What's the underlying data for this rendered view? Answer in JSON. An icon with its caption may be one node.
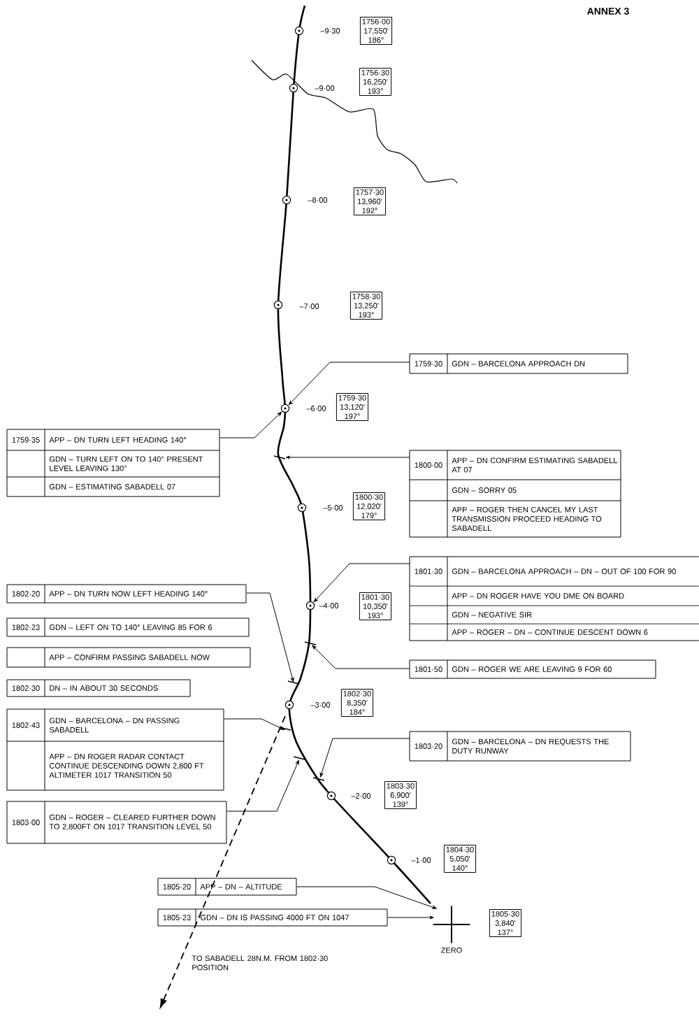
{
  "diagram": {
    "nodes": [
      {
        "text": [
          "1756·00",
          "17,550'",
          "186°"
        ]
      },
      {
        "text": [
          "1756·30",
          "16,250'",
          "193°"
        ]
      },
      {
        "text": [
          "1757·30",
          "13,960'",
          "192°"
        ]
      },
      {
        "text": [
          "1758·30",
          "13,250'",
          "193°"
        ]
      },
      {
        "text": [
          "1759·30",
          "13,120'",
          "197°"
        ]
      },
      {
        "text": [
          "1800·30",
          "12,020'",
          "179°"
        ]
      },
      {
        "text": [
          "1801·30",
          "10,350'",
          "193°"
        ]
      },
      {
        "text": [
          "1802·30",
          "8,350'",
          "184°"
        ]
      },
      {
        "text": [
          "1803·30",
          "6,900'",
          "139°"
        ]
      },
      {
        "text": [
          "1804·30",
          "5,050'",
          "140°"
        ]
      },
      {
        "text": [
          "1805·30",
          "3,840'",
          "137°"
        ]
      },
      {
        "text": [
          "1759·30",
          "GDN – BARCELONA APPROACH DN"
        ]
      },
      {
        "text": [
          "1759·35",
          "APP – DN TURN LEFT HEADING 140°",
          "GDN – TURN LEFT ON TO 140° PRESENT LEVEL LEAVING 130°",
          "GDN – ESTIMATING SABADELL 07"
        ]
      },
      {
        "text": [
          "1800·00",
          "APP – DN CONFIRM ESTIMATING SABADELL AT 07",
          "GDN – SORRY 05",
          "APP – ROGER THEN CANCEL MY LAST TRANSMISSION PROCEED HEADING TO SABADELL"
        ]
      },
      {
        "text": [
          "1801·30",
          "GDN – BARCELONA APPROACH – DN – OUT OF 100 FOR 90",
          "APP – DN ROGER HAVE YOU DME ON BOARD",
          "GDN – NEGATIVE SIR",
          "APP – ROGER – DN – CONTINUE DESCENT DOWN 6"
        ]
      },
      {
        "text": [
          "1801·50",
          "GDN – ROGER WE ARE LEAVING 9 FOR 60"
        ]
      },
      {
        "text": [
          "1802·20",
          "APP – DN TURN NOW LEFT HEADING 140°"
        ]
      },
      {
        "text": [
          "1802·23",
          "GDN – LEFT ON TO 140° LEAVING 85 FOR 6"
        ]
      },
      {
        "text": [
          "APP – CONFIRM PASSING SABADELL NOW"
        ]
      },
      {
        "text": [
          "1802·30",
          "DN – IN ABOUT 30 SECONDS"
        ]
      },
      {
        "text": [
          "1802·43",
          "GDN – BARCELONA – DN PASSING SABADELL",
          "APP – DN ROGER RADAR CONTACT CONTINUE DESCENDING DOWN 2,800 FT ALTIMETER 1017 TRANSITION 50"
        ]
      },
      {
        "text": [
          "1803·00",
          "GDN – ROGER – CLEARED FURTHER DOWN TO 2,800FT ON 1017 TRANSITION LEVEL 50"
        ]
      },
      {
        "text": [
          "1803·20",
          "GDN – BARCELONA – DN REQUESTS THE DUTY RUNWAY"
        ]
      },
      {
        "text": [
          "1805·20",
          "APP – DN – ALTITUDE"
        ]
      },
      {
        "text": [
          "1805·23",
          "GDN – DN IS PASSING 4000 FT ON 1047"
        ]
      },
      {
        "text": [],
        "shape": "cross",
        "beside": [
          "ZERO"
        ]
      },
      {
        "text": [],
        "shape": "circle",
        "beside": [
          "–9·30"
        ]
      },
      {
        "text": [],
        "shape": "circle",
        "beside": [
          "–9·00"
        ]
      },
      {
        "text": [],
        "shape": "circle",
        "beside": [
          "–8·00"
        ]
      },
      {
        "text": [],
        "shape": "circle",
        "beside": [
          "–7·00"
        ]
      },
      {
        "text": [],
        "shape": "circle",
        "beside": [
          "–6·00"
        ]
      },
      {
        "text": [],
        "shape": "circle",
        "beside": [
          "–5·00"
        ]
      },
      {
        "text": [],
        "shape": "circle",
        "beside": [
          "–4·00"
        ]
      },
      {
        "text": [],
        "shape": "circle",
        "beside": [
          "–3·00"
        ]
      },
      {
        "text": [],
        "shape": "circle",
        "beside": [
          "–2·00"
        ]
      },
      {
        "text": [],
        "shape": "circle",
        "beside": [
          "–1·00"
        ]
      }
    ],
    "edges": [
      {
        "from": 11,
        "to": 30,
        "arrow": "to"
      },
      {
        "from": 12,
        "to": 30,
        "arrow": "to"
      },
      {
        "from": 13,
        "to": null,
        "arrow": "to"
      },
      {
        "from": 14,
        "to": 32,
        "arrow": "to"
      },
      {
        "from": 15,
        "to": null,
        "arrow": "to"
      },
      {
        "from": 16,
        "to": null,
        "arrow": "to"
      },
      {
        "from": 20,
        "to": null,
        "arrow": "to"
      },
      {
        "from": 21,
        "to": null,
        "arrow": "to"
      },
      {
        "from": 22,
        "to": null,
        "arrow": "to"
      },
      {
        "from": 23,
        "to": 25,
        "arrow": "to"
      },
      {
        "from": 24,
        "to": 25,
        "arrow": "to"
      }
    ],
    "labels": [
      "ANNEX 3",
      "TO SABADELL 28N.M. FROM 1802·30 POSITION"
    ]
  }
}
